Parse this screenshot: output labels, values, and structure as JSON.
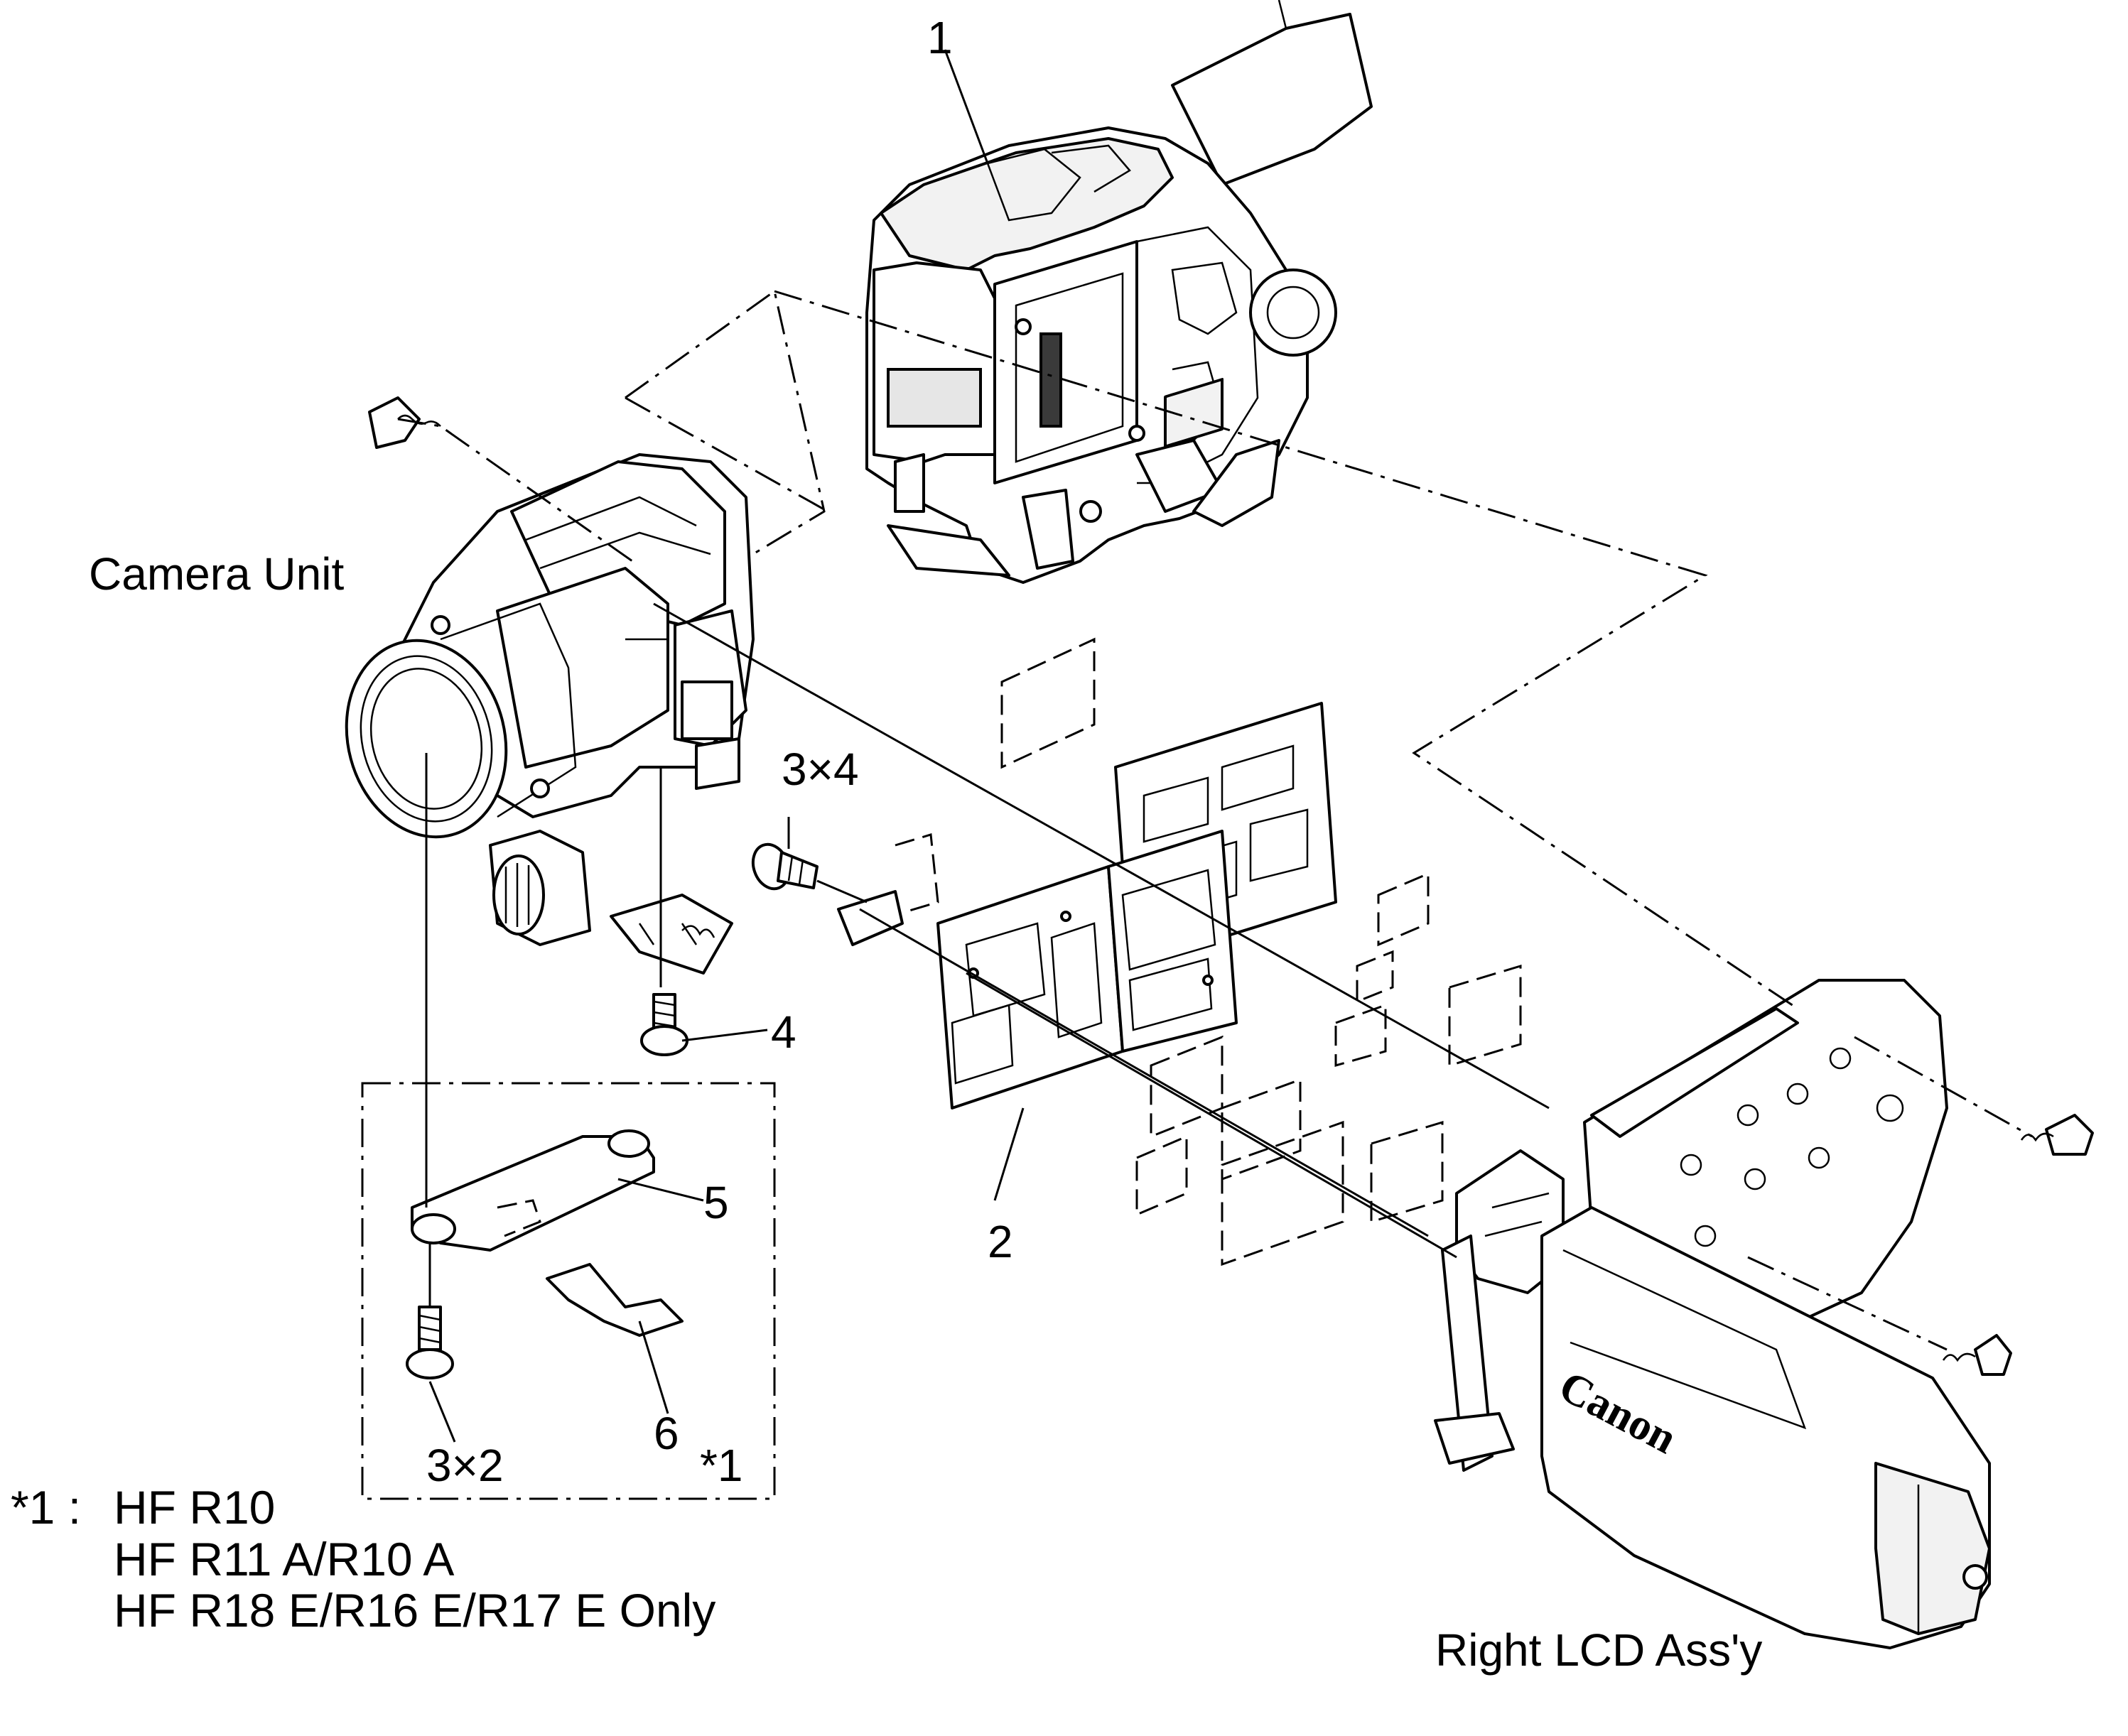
{
  "labels": {
    "camera_unit": "Camera Unit",
    "right_lcd": "Right LCD Ass'y",
    "logo": "Canon",
    "part_1": "1",
    "part_2": "2",
    "part_3x4": "3×4",
    "part_4": "4",
    "part_5": "5",
    "part_6": "6",
    "part_3x2": "3×2",
    "box_mark": "*1"
  },
  "footnote": {
    "marker": "*1 :",
    "line1": "HF R10",
    "line2": "HF R11 A/R10 A",
    "line3": "HF R18 E/R16 E/R17 E Only"
  }
}
